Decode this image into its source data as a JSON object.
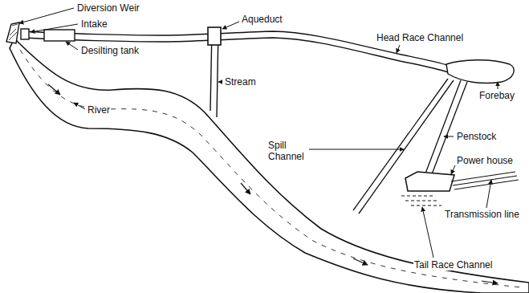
{
  "diagram": {
    "labels": [
      "Diversion Weir",
      "Intake",
      "Desilting tank",
      "Aqueduct",
      "Head Race Channel",
      "Forebay",
      "River",
      "Stream",
      "Spill Channel",
      "Penstock",
      "Power house",
      "Transmission line",
      "Tail Race Channel"
    ]
  }
}
